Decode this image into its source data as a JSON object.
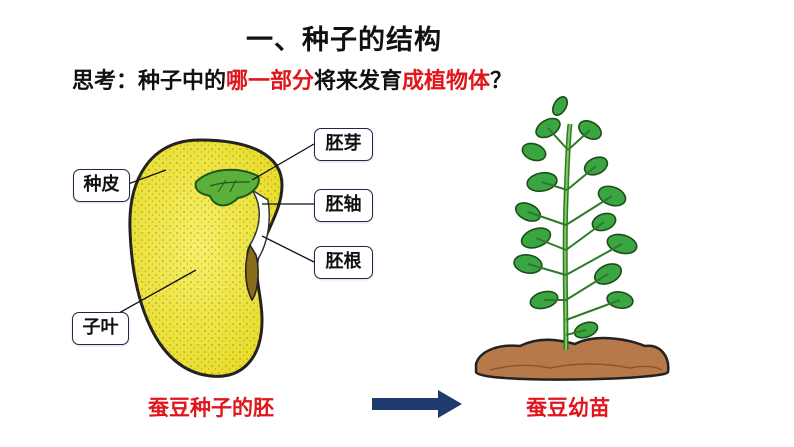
{
  "slide": {
    "title": "一、种子的结构",
    "question": {
      "prefix": "思考：种子中的",
      "highlight1": "哪一部分",
      "middle": "将来发育",
      "highlight2": "成植物体",
      "suffix": "？"
    }
  },
  "seed_labels": {
    "seed_coat": "种皮",
    "plumule": "胚芽",
    "hypocotyl": "胚轴",
    "radicle": "胚根",
    "cotyledon": "子叶"
  },
  "captions": {
    "seed_embryo": "蚕豆种子的胚",
    "seedling": "蚕豆幼苗"
  },
  "colors": {
    "accent_red": "#e0161c",
    "seed_yellow": "#f2e63a",
    "leaf_green": "#3aa641",
    "soil_brown": "#b8794a",
    "arrow_navy": "#1f3a6e"
  }
}
